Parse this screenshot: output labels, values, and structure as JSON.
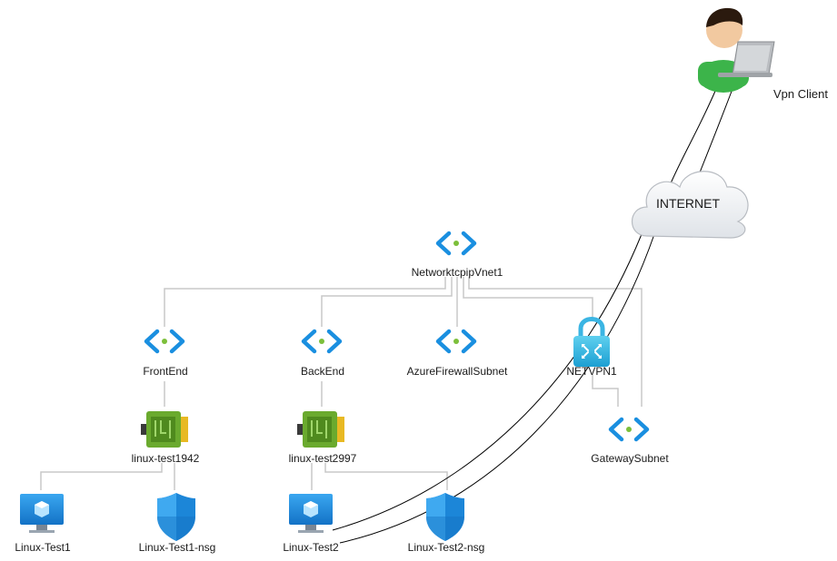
{
  "nodes": {
    "vpn_client": {
      "label": "Vpn Client",
      "icon": "user-laptop-icon"
    },
    "internet": {
      "label": "INTERNET",
      "icon": "cloud-icon"
    },
    "vnet": {
      "label": "NetworktcpipVnet1",
      "icon": "virtual-network-icon"
    },
    "frontend": {
      "label": "FrontEnd",
      "icon": "subnet-icon"
    },
    "backend": {
      "label": "BackEnd",
      "icon": "subnet-icon"
    },
    "firewall_subnet": {
      "label": "AzureFirewallSubnet",
      "icon": "subnet-icon"
    },
    "netvpn": {
      "label": "NETVPN1",
      "icon": "vpn-gateway-icon"
    },
    "gateway_subnet": {
      "label": "GatewaySubnet",
      "icon": "subnet-icon"
    },
    "nic1": {
      "label": "linux-test1942",
      "icon": "network-interface-icon"
    },
    "nic2": {
      "label": "linux-test2997",
      "icon": "network-interface-icon"
    },
    "vm1": {
      "label": "Linux-Test1",
      "icon": "virtual-machine-icon"
    },
    "nsg1": {
      "label": "Linux-Test1-nsg",
      "icon": "shield-icon"
    },
    "vm2": {
      "label": "Linux-Test2",
      "icon": "virtual-machine-icon"
    },
    "nsg2": {
      "label": "Linux-Test2-nsg",
      "icon": "shield-icon"
    }
  },
  "colors": {
    "connector": "#c8c8c8",
    "vpn_link": "#000000",
    "azure_blue": "#1a8fe0",
    "subnet_dot": "#7cbf3a",
    "nic_green": "#6aaa2e",
    "shield_blue": "#2b9be8",
    "person_shirt": "#3cb44a"
  }
}
